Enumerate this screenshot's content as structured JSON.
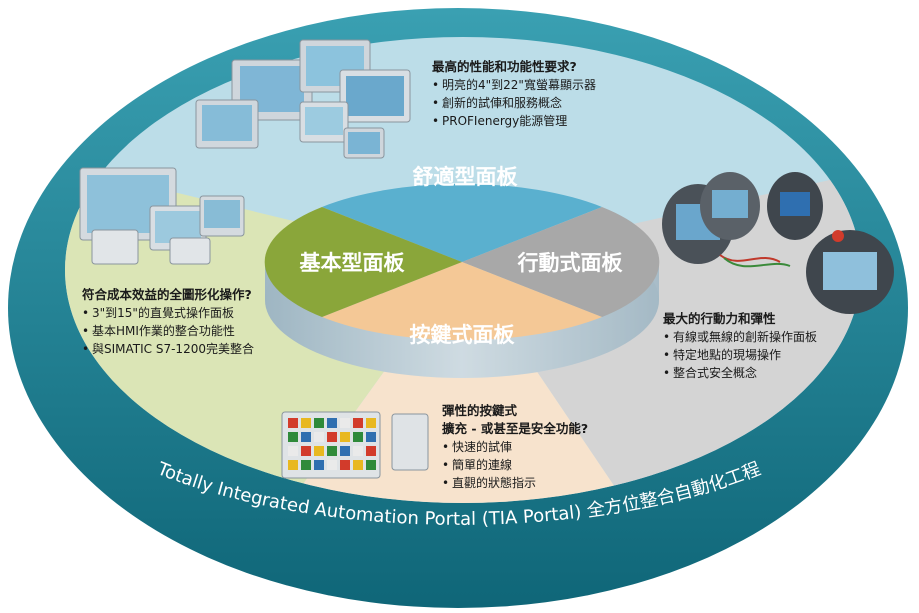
{
  "outer_ring": {
    "caption": "Totally Integrated Automation Portal (TIA Portal) 全方位整合自動化工程"
  },
  "center_pie": {
    "segments": [
      {
        "label": "舒適型面板",
        "color": "#5ab0cf"
      },
      {
        "label": "行動式面板",
        "color": "#a8a8a8"
      },
      {
        "label": "按鍵式面板",
        "color": "#f4c896"
      },
      {
        "label": "基本型面板",
        "color": "#8aa63a"
      }
    ]
  },
  "quadrants": {
    "comfort": {
      "title": "最高的性能和功能性要求?",
      "bullets": [
        "明亮的4\"到22\"寬螢幕顯示器",
        "創新的試俥和服務概念",
        "PROFIenergy能源管理"
      ]
    },
    "basic": {
      "title": "符合成本效益的全圖形化操作?",
      "bullets": [
        "3\"到15\"的直覺式操作面板",
        "基本HMI作業的整合功能性",
        "與SIMATIC S7-1200完美整合"
      ]
    },
    "mobile": {
      "title": "最大的行動力和彈性",
      "bullets": [
        "有線或無線的創新操作面板",
        "特定地點的現場操作",
        "整合式安全概念"
      ]
    },
    "key": {
      "title": "彈性的按鍵式",
      "subtitle": "擴充 - 或甚至是安全功能?",
      "bullets": [
        "快速的試俥",
        "簡單的連線",
        "直觀的狀態指示"
      ]
    }
  },
  "colors": {
    "ring_dark": "#1b7f92",
    "comfort_bg": "#bcdde8",
    "basic_bg": "#dbe5b6",
    "mobile_bg": "#d4d4d4",
    "key_bg": "#f7e3cd"
  }
}
